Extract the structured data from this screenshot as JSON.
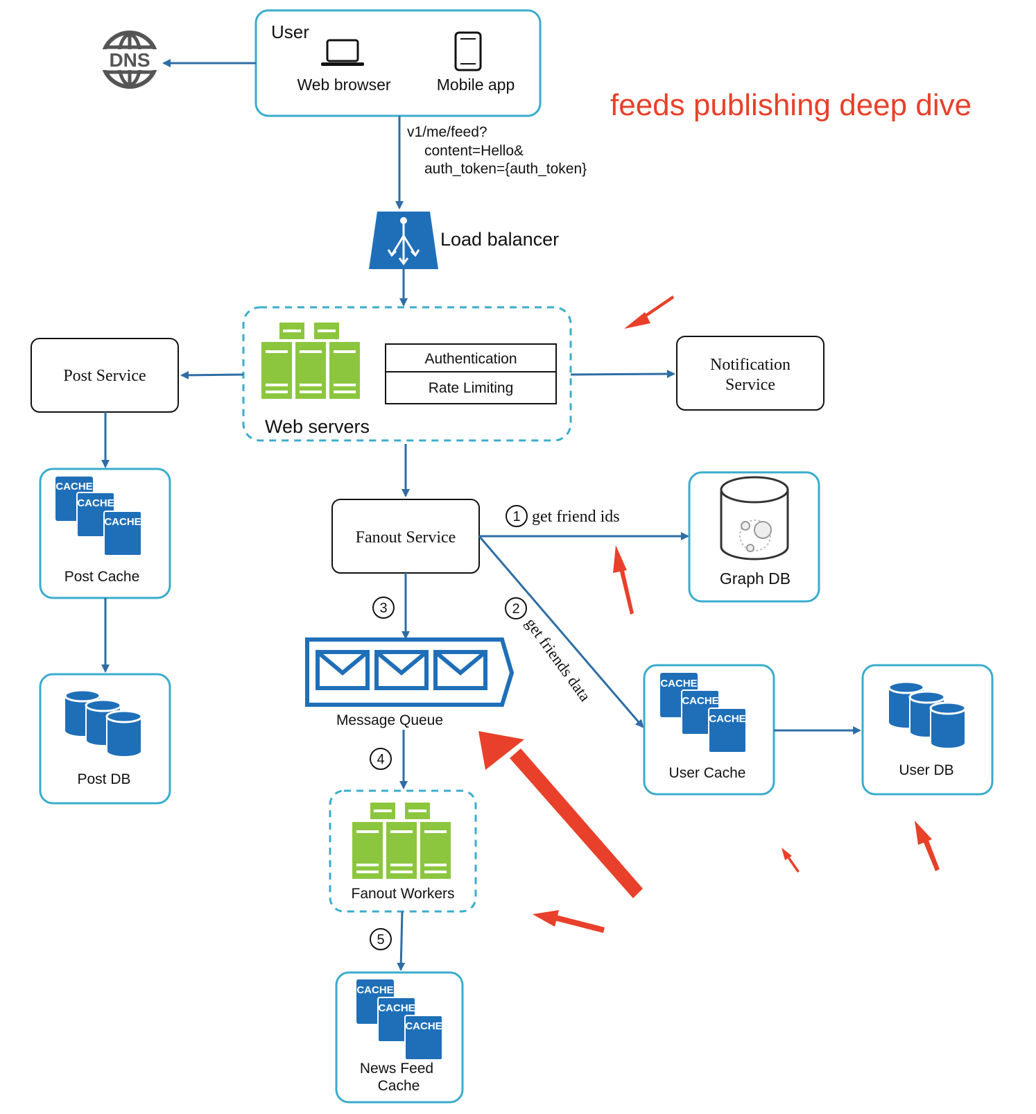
{
  "annotation_title": "feeds publishing deep dive",
  "user": {
    "label": "User",
    "web_browser": "Web browser",
    "mobile_app": "Mobile app"
  },
  "dns": {
    "label": "DNS"
  },
  "request": {
    "line1": "v1/me/feed?",
    "line2": "content=Hello&",
    "line3": "auth_token={auth_token}"
  },
  "load_balancer": {
    "label": "Load balancer"
  },
  "web_servers": {
    "label": "Web servers",
    "authentication": "Authentication",
    "rate_limiting": "Rate Limiting"
  },
  "post_service": {
    "label": "Post Service"
  },
  "notification_service": {
    "line1": "Notification",
    "line2": "Service"
  },
  "post_cache": {
    "label": "Post Cache"
  },
  "post_db": {
    "label": "Post DB"
  },
  "fanout_service": {
    "label": "Fanout Service"
  },
  "graph_db": {
    "label": "Graph DB"
  },
  "message_queue": {
    "label": "Message Queue"
  },
  "user_cache": {
    "label": "User Cache"
  },
  "user_db": {
    "label": "User DB"
  },
  "fanout_workers": {
    "label": "Fanout Workers"
  },
  "news_feed_cache": {
    "line1": "News Feed",
    "line2": "Cache"
  },
  "cache_label": "CACHE",
  "steps": {
    "s1": "1",
    "s2": "2",
    "s3": "3",
    "s4": "4",
    "s5": "5",
    "s1_label": "get friend ids",
    "s2_label": "get friends data"
  },
  "colors": {
    "arrow_blue": "#2e6da4",
    "box_teal": "#3aaccc",
    "icon_blue": "#1f6fb8",
    "server_green": "#8cc63f",
    "annotation_red": "#e8402a"
  }
}
